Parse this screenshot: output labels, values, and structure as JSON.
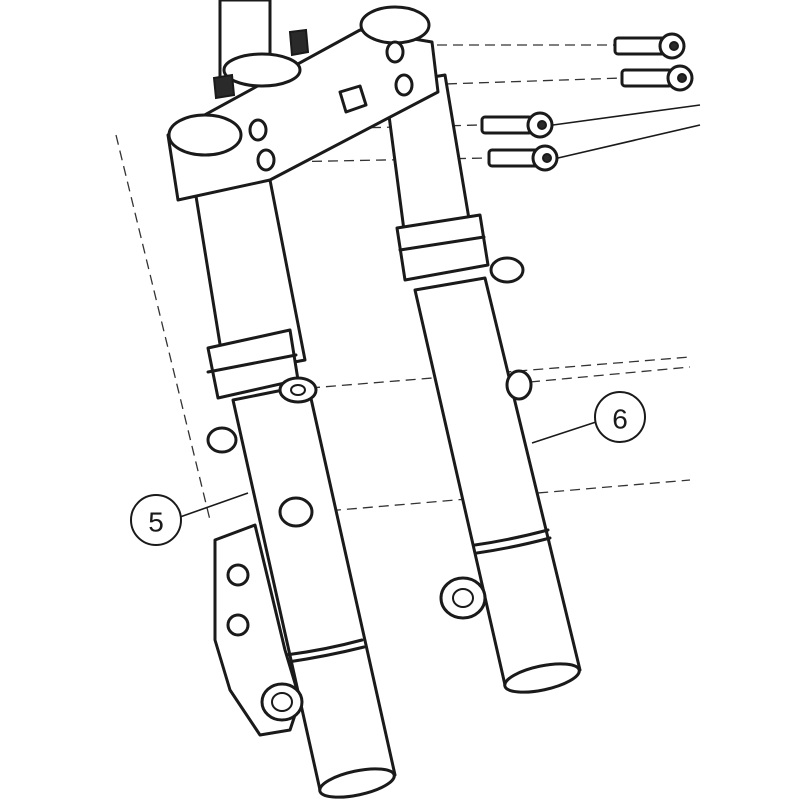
{
  "diagram": {
    "callouts": [
      {
        "id": "left-fork",
        "label": "5"
      },
      {
        "id": "right-fork",
        "label": "6"
      }
    ]
  }
}
